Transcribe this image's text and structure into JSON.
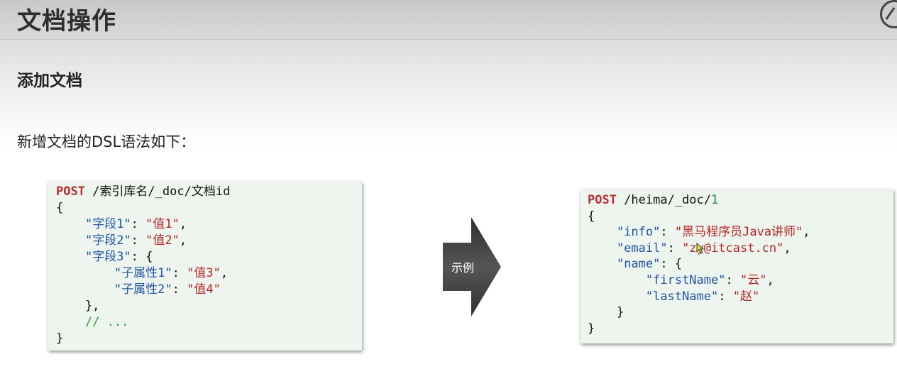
{
  "title": "文档操作",
  "section_heading": "添加文档",
  "intro": "新增文档的DSL语法如下：",
  "arrow_label": "示例",
  "left_code": {
    "method": "POST",
    "path": " /索引库名/_doc/文档id",
    "open": "{",
    "l1_indent": "    ",
    "l1_key": "\"字段1\"",
    "l1_sep": ": ",
    "l1_val": "\"值1\"",
    "l1_end": ",",
    "l2_indent": "    ",
    "l2_key": "\"字段2\"",
    "l2_sep": ": ",
    "l2_val": "\"值2\"",
    "l2_end": ",",
    "l3_indent": "    ",
    "l3_key": "\"字段3\"",
    "l3_rest": ": {",
    "l4_indent": "        ",
    "l4_key": "\"子属性1\"",
    "l4_sep": ": ",
    "l4_val": "\"值3\"",
    "l4_end": ",",
    "l5_indent": "        ",
    "l5_key": "\"子属性2\"",
    "l5_sep": ": ",
    "l5_val": "\"值4\"",
    "l6": "    },",
    "l7_indent": "    ",
    "l7_comment": "// ...",
    "close": "}"
  },
  "right_code": {
    "method": "POST",
    "path": " /heima/_doc/",
    "id": "1",
    "open": "{",
    "l1_indent": "    ",
    "l1_key": "\"info\"",
    "l1_sep": ": ",
    "l1_val": "\"黑马程序员Java讲师\"",
    "l1_end": ",",
    "l2_indent": "    ",
    "l2_key": "\"email\"",
    "l2_sep": ": ",
    "l2_val": "\"zy@itcast.cn\"",
    "l2_end": ",",
    "l3_indent": "    ",
    "l3_key": "\"name\"",
    "l3_rest": ": {",
    "l4_indent": "        ",
    "l4_key": "\"firstName\"",
    "l4_sep": ": ",
    "l4_val": "\"云\"",
    "l4_end": ",",
    "l5_indent": "        ",
    "l5_key": "\"lastName\"",
    "l5_sep": ": ",
    "l5_val": "\"赵\"",
    "l6": "    }",
    "close": "}"
  },
  "colors": {
    "keyword": "#b5302e",
    "key": "#1f55a5",
    "string": "#b32525",
    "number": "#1a8a3a",
    "comment": "#2e9a3c",
    "card_bg": "#eef4ee",
    "arrow": "#3a3a3a"
  },
  "icons": [
    "logo-icon",
    "arrow-icon",
    "mouse-cursor-icon"
  ]
}
